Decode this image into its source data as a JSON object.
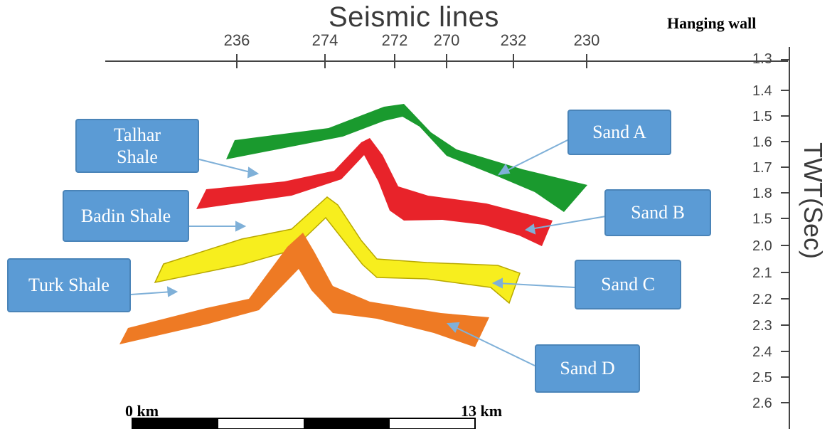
{
  "title": "Seismic lines",
  "hanging_wall": "Hanging wall",
  "x_ticks": [
    "236",
    "274",
    "272",
    "270",
    "232",
    "230"
  ],
  "y_ticks": [
    "1.3",
    "1.4",
    "1.5",
    "1.6",
    "1.7",
    "1.8",
    "1.5",
    "2.0",
    "2.1",
    "2.2",
    "2.3",
    "2.4",
    "2.5",
    "2.6"
  ],
  "y_label": "TWT(Sec)",
  "labels": {
    "talhar_shale": "Talhar\nShale",
    "badin_shale": "Badin Shale",
    "turk_shale": "Turk Shale",
    "sand_a": "Sand A",
    "sand_b": "Sand B",
    "sand_c": "Sand C",
    "sand_d": "Sand D"
  },
  "scale_bar": {
    "start": "0 km",
    "end": "13 km"
  },
  "colors": {
    "sand_a": "#1a9a2e",
    "sand_b": "#e8232a",
    "sand_c": "#f7ee1e",
    "sand_d": "#ee7a24",
    "label_box": "#5b9bd5",
    "arrow": "#7fb0d8"
  }
}
